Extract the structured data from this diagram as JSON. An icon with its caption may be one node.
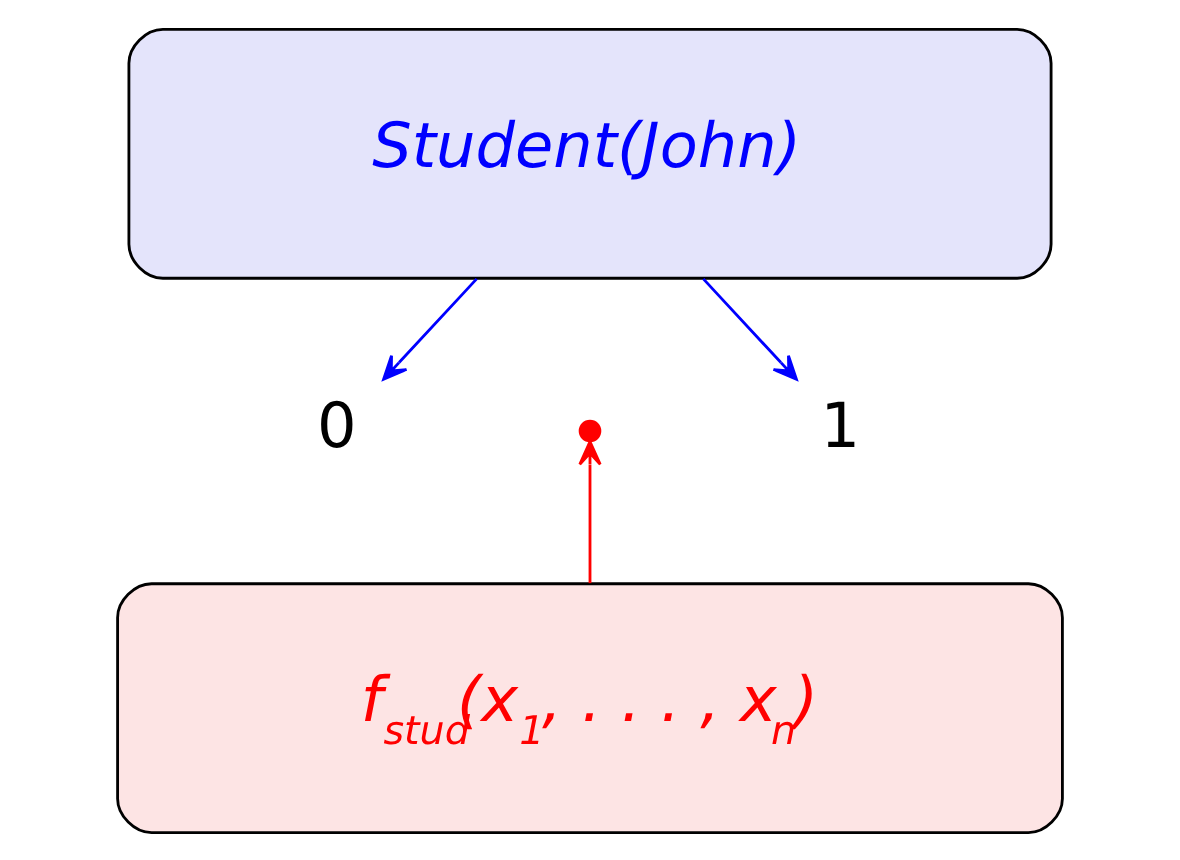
{
  "diagram": {
    "nodes": [
      {
        "text": [
          "Student(John)"
        ]
      },
      {
        "text": [
          "0"
        ]
      },
      {
        "text": [
          "1"
        ]
      },
      {
        "text": [],
        "shape": "circle"
      },
      {
        "text": [
          "f$_{stud}$(x$_{1}$, . . . , x$_{n}$)"
        ]
      }
    ],
    "edges": [
      {
        "from": 0,
        "to": 1,
        "arrow": "to",
        "color": "#0000ff"
      },
      {
        "from": 0,
        "to": 2,
        "arrow": "to",
        "color": "#0000ff"
      },
      {
        "from": 4,
        "to": 3,
        "arrow": "to",
        "color": "#ff0000"
      }
    ]
  }
}
